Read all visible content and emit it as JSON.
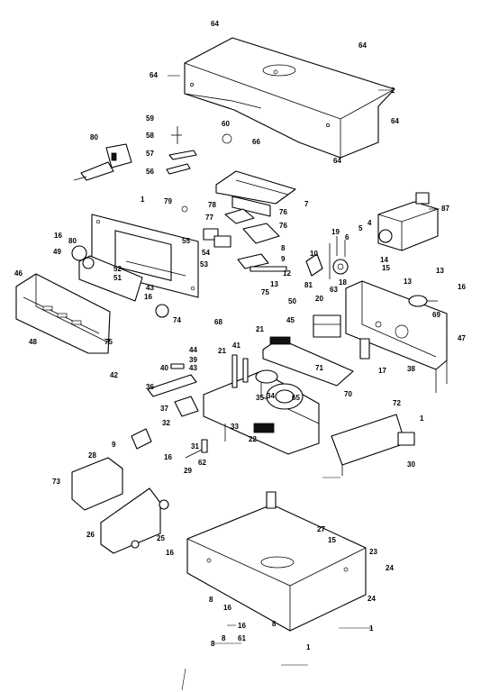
{
  "labels": [
    "64",
    "64",
    "64",
    "2",
    "64",
    "64",
    "59",
    "58",
    "60",
    "66",
    "57",
    "56",
    "80",
    "7",
    "78",
    "79",
    "76",
    "77",
    "76",
    "8",
    "54",
    "9",
    "1",
    "55",
    "87",
    "16",
    "80",
    "49",
    "53",
    "52",
    "51",
    "19",
    "6",
    "5",
    "4",
    "14",
    "15",
    "12",
    "10",
    "18",
    "63",
    "75",
    "13",
    "81",
    "20",
    "50",
    "43",
    "16",
    "68",
    "13",
    "13",
    "16",
    "69",
    "47",
    "46",
    "48",
    "75",
    "74",
    "21",
    "45",
    "42",
    "44",
    "41",
    "39",
    "40",
    "43",
    "21",
    "71",
    "70",
    "17",
    "38",
    "36",
    "35",
    "34",
    "65",
    "37",
    "32",
    "33",
    "22",
    "1",
    "72",
    "30",
    "9",
    "16",
    "31",
    "62",
    "29",
    "28",
    "73",
    "26",
    "25",
    "16",
    "27",
    "15",
    "23",
    "24",
    "8",
    "16",
    "24",
    "8",
    "16",
    "8",
    "61",
    "1",
    "8",
    "1"
  ]
}
